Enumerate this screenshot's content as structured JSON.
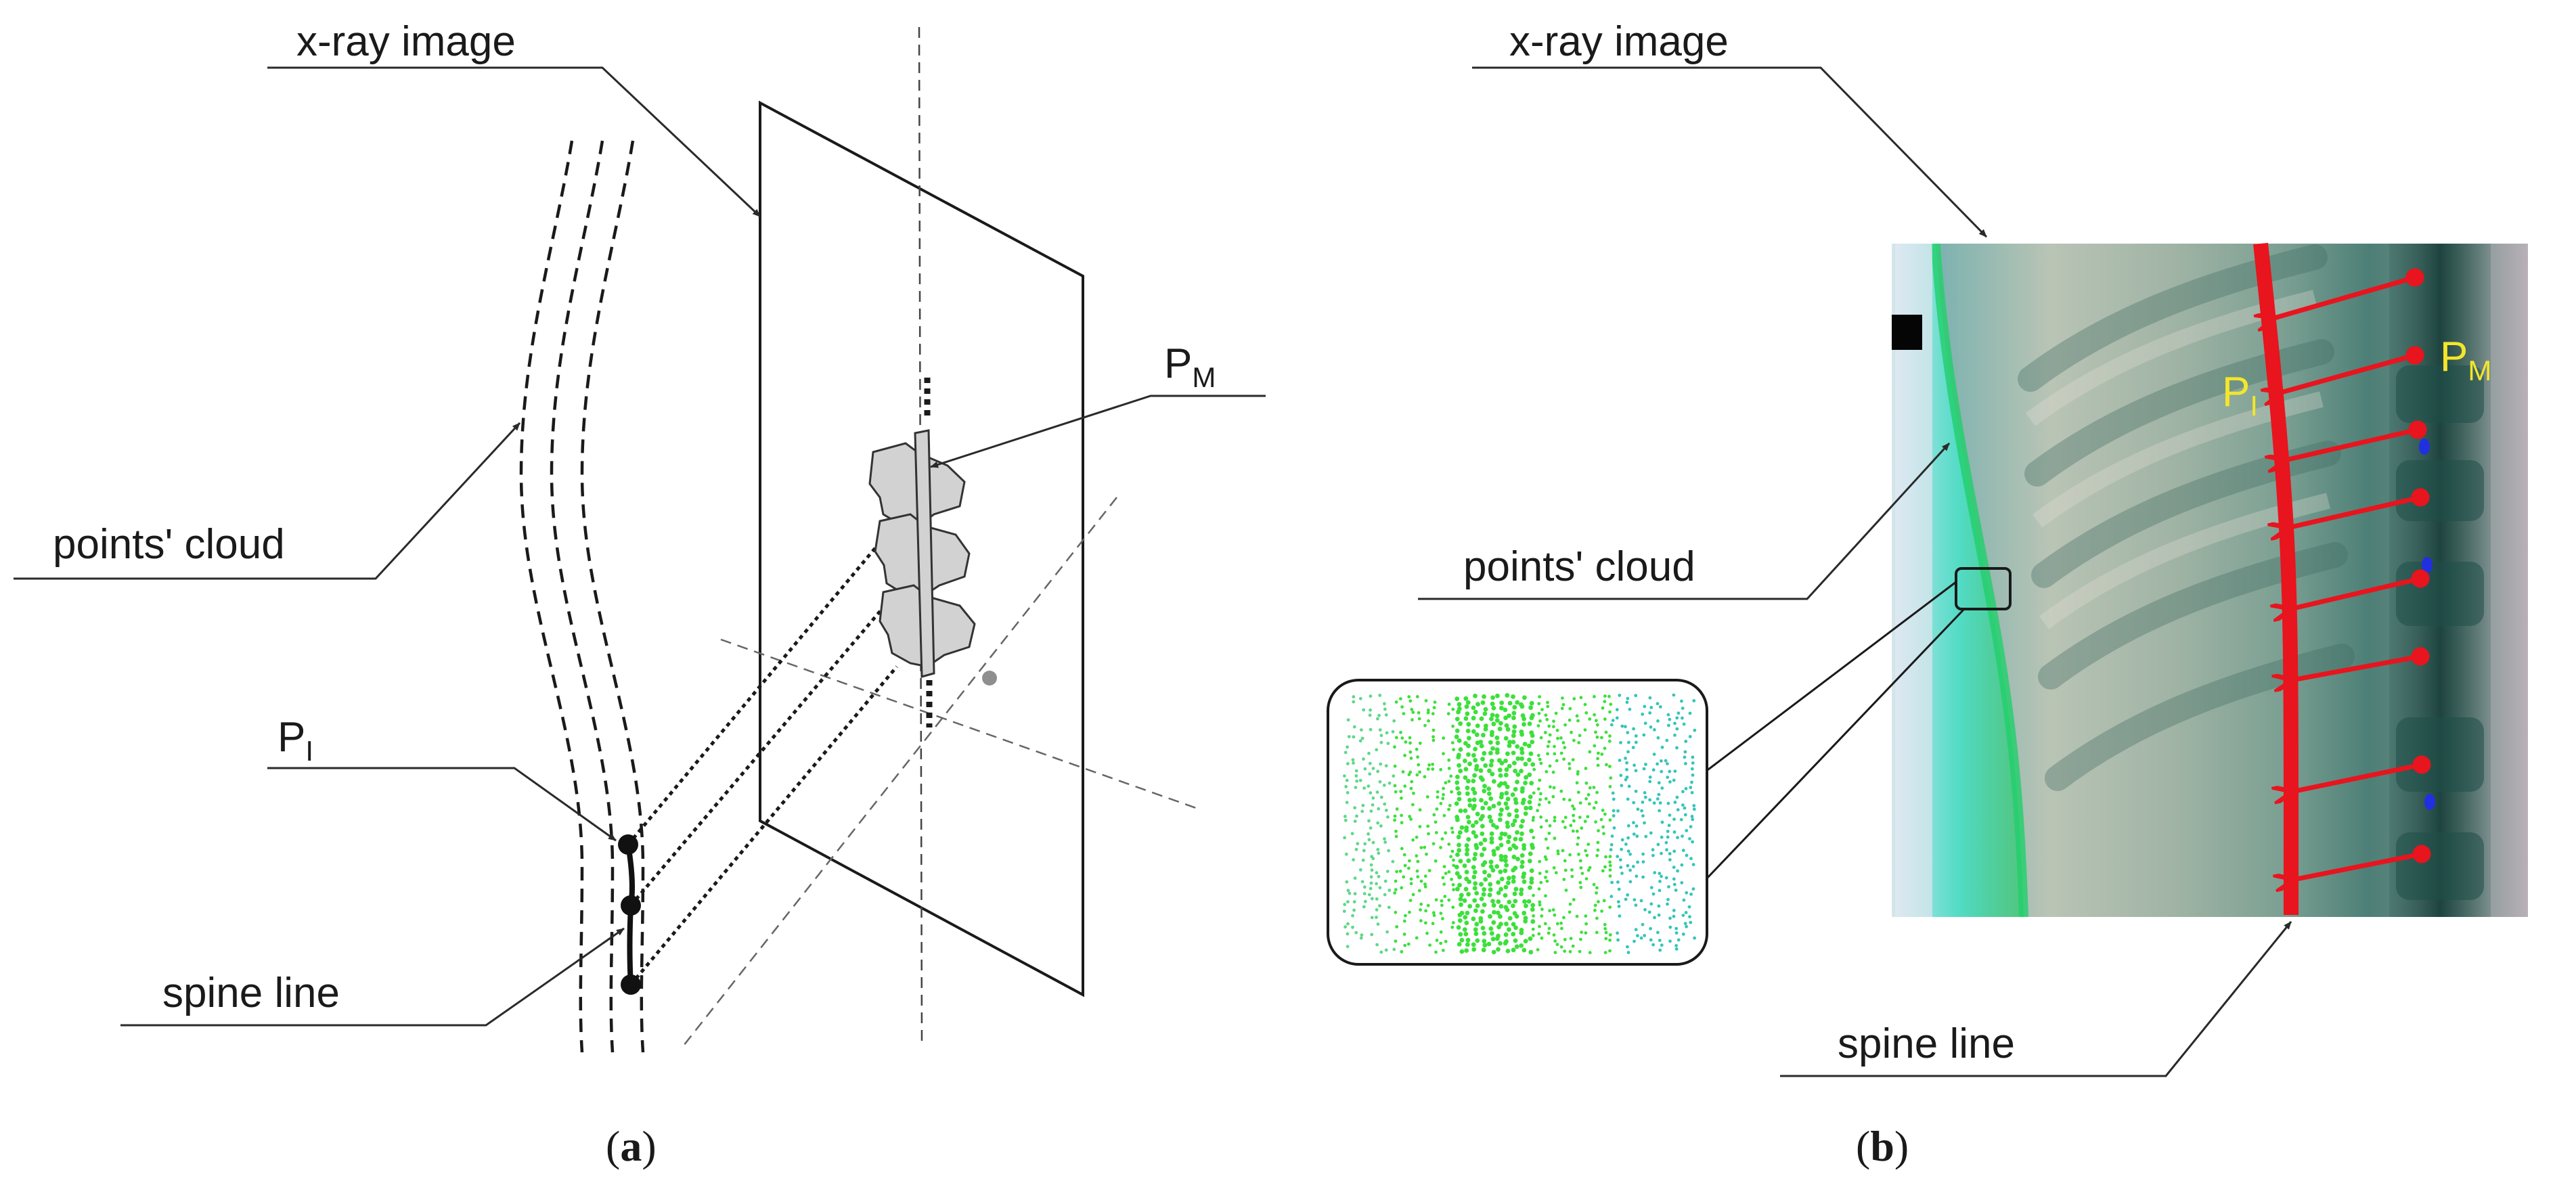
{
  "panel_a": {
    "labels": {
      "xray_image": "x-ray image",
      "points_cloud": "points' cloud",
      "spine_line": "spine line",
      "p_i_base": "P",
      "p_i_sub": "I",
      "p_m_base": "P",
      "p_m_sub": "M"
    },
    "caption": {
      "open": "(",
      "letter": "a",
      "close": ")"
    }
  },
  "panel_b": {
    "labels": {
      "xray_image": "x-ray image",
      "points_cloud": "points' cloud",
      "spine_line": "spine line",
      "p_i_base": "P",
      "p_i_sub": "I",
      "p_m_base": "P",
      "p_m_sub": "M"
    },
    "caption": {
      "open": "(",
      "letter": "b",
      "close": ")"
    },
    "colors": {
      "spine_line": "#e8141e",
      "arrows": "#e8141e",
      "label_text": "#f4e62a",
      "cloud_points": "#3ce03c",
      "cloud_edge": "#48e8d8",
      "vertebra_marker": "#2030e0"
    }
  }
}
